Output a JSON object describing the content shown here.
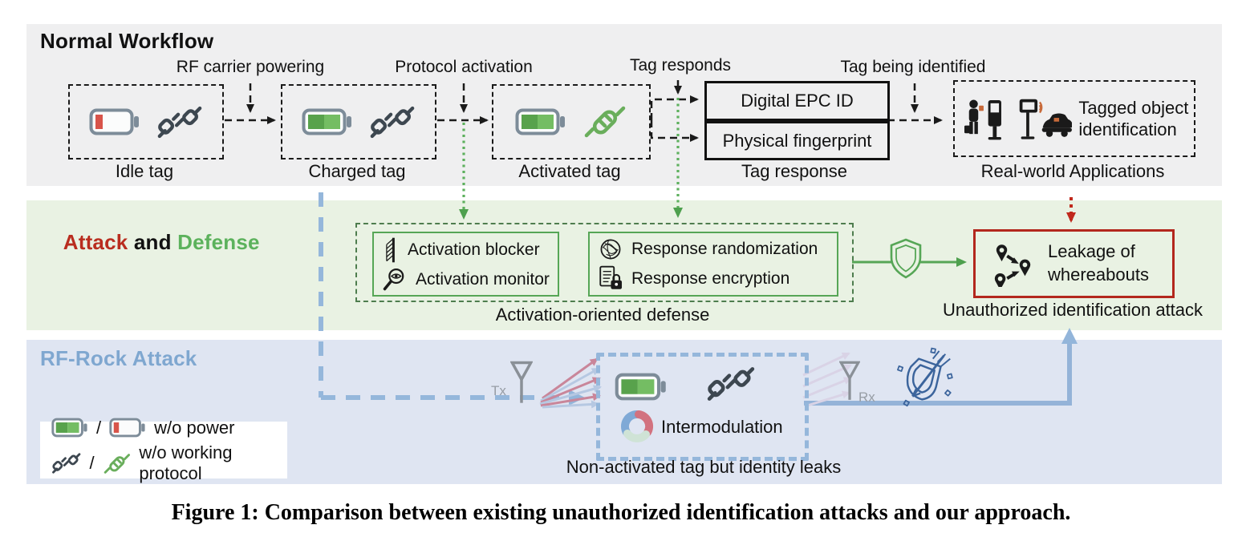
{
  "caption": "Figure 1: Comparison between existing unauthorized identification attacks and our approach.",
  "normal_workflow": {
    "title": "Normal Workflow",
    "transition_labels": [
      "RF carrier powering",
      "Protocol activation",
      "Tag responds",
      "Tag being identified"
    ],
    "stages": [
      "Idle tag",
      "Charged tag",
      "Activated tag",
      "Tag response",
      "Real-world Applications"
    ],
    "tag_response_items": [
      "Digital EPC ID",
      "Physical fingerprint"
    ],
    "application_label": "Tagged object identification"
  },
  "attack_defense": {
    "title": {
      "attack": "Attack",
      "and": " and ",
      "defense": "Defense"
    },
    "defense_items": [
      "Activation blocker",
      "Activation monitor",
      "Response randomization",
      "Response encryption"
    ],
    "defense_group_label": "Activation-oriented defense",
    "attack_box_label": "Leakage of whereabouts",
    "attack_caption": "Unauthorized identification attack"
  },
  "rf_rock": {
    "title": "RF-Rock Attack",
    "tx_label": "Tx",
    "rx_label": "Rx",
    "intermodulation_label": "Intermodulation",
    "box_caption": "Non-activated tag but identity leaks",
    "legend_separator": "/",
    "legend": [
      {
        "label": "w/o power"
      },
      {
        "label": "w/o working protocol"
      }
    ]
  },
  "icons": {
    "battery-charged-icon": "battery with green fill",
    "battery-empty-icon": "battery with red low bar",
    "plug-disconnected-icon": "two unplugged connectors",
    "plug-connected-icon": "joined connector",
    "person-kiosk-icon": "person with briefcase at identification kiosk",
    "car-meter-icon": "car beside RFID reader pole",
    "activation-blocker-icon": "hatched blocker flap",
    "activation-monitor-icon": "magnifier with eye",
    "response-randomization-icon": "scribbled sphere",
    "response-encryption-icon": "binary document with padlock",
    "shield-icon": "green outlined shield",
    "location-leak-icon": "map pins with tracking arrows",
    "pinwheel-icon": "tri-color intermodulation swirl",
    "broken-shield-icon": "shield pierced by arrow",
    "tx-antenna-icon": "transmit antenna",
    "rx-antenna-icon": "receive antenna"
  },
  "colors": {
    "band_gray": "#efeff0",
    "band_green": "#e9f2e3",
    "band_blue": "#dfe5f2",
    "accent_blue": "#95b7db",
    "accent_green": "#56a656",
    "accent_red": "#b3271d",
    "battery_green": "#67b25b",
    "battery_red": "#d8544a"
  }
}
